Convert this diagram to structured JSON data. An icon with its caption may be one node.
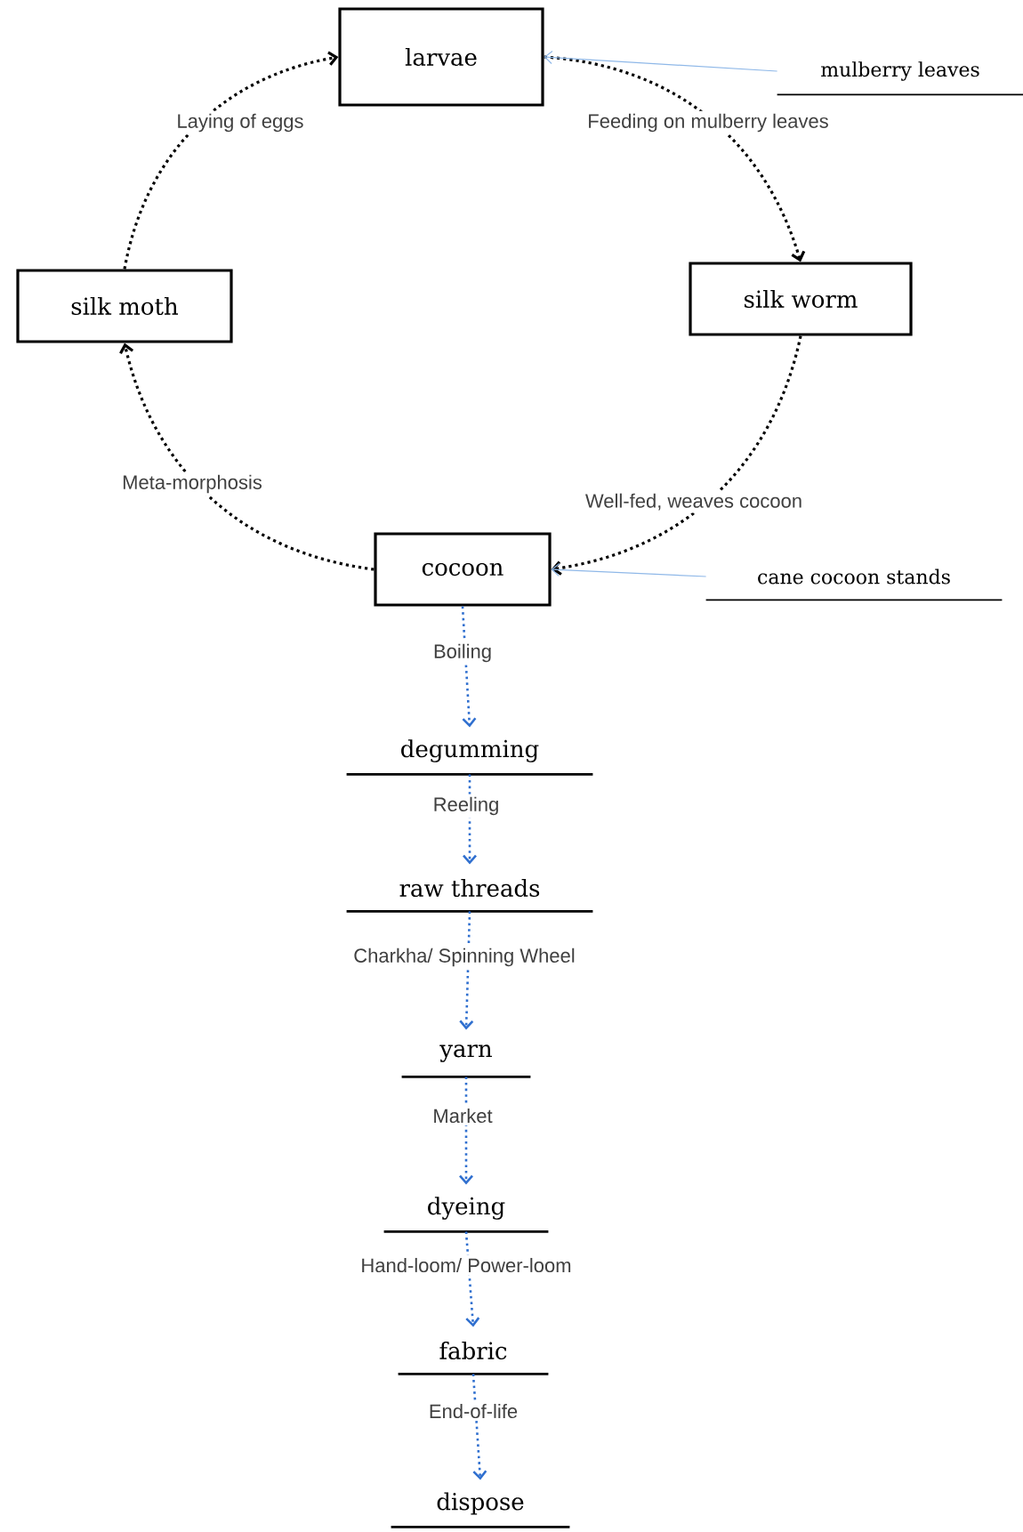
{
  "diagram": {
    "nodes": [
      {
        "text": [
          "larvae"
        ]
      },
      {
        "text": [
          "mulberry leaves"
        ]
      },
      {
        "text": [
          "silk moth"
        ]
      },
      {
        "text": [
          "silk worm"
        ]
      },
      {
        "text": [
          "cocoon"
        ]
      },
      {
        "text": [
          "cane cocoon stands"
        ]
      },
      {
        "text": [
          "degumming"
        ]
      },
      {
        "text": [
          "raw threads"
        ]
      },
      {
        "text": [
          "yarn"
        ]
      },
      {
        "text": [
          "dyeing"
        ]
      },
      {
        "text": [
          "fabric"
        ]
      },
      {
        "text": [
          "dispose"
        ]
      }
    ],
    "edges": [
      {
        "from": 2,
        "to": 0,
        "arrow": "to",
        "label": "Laying of eggs",
        "style": "dashed",
        "color": "#000000"
      },
      {
        "from": 0,
        "to": 3,
        "arrow": "to",
        "label": "Feeding on mulberry leaves",
        "style": "dashed",
        "color": "#000000"
      },
      {
        "from": 1,
        "to": 0,
        "arrow": "to",
        "color": "#8fb8e8"
      },
      {
        "from": 3,
        "to": 4,
        "arrow": "to",
        "label": "Well-fed, weaves cocoon",
        "style": "dashed",
        "color": "#000000"
      },
      {
        "from": 4,
        "to": 2,
        "arrow": "to",
        "label": "Meta-morphosis",
        "style": "dashed",
        "color": "#000000"
      },
      {
        "from": 5,
        "to": 4,
        "arrow": "to",
        "color": "#8fb8e8"
      },
      {
        "from": 4,
        "to": 6,
        "arrow": "to",
        "label": "Boiling",
        "style": "dashed"
      },
      {
        "from": 6,
        "to": 7,
        "arrow": "to",
        "label": "Reeling",
        "style": "dashed"
      },
      {
        "from": 7,
        "to": 8,
        "arrow": "to",
        "label": "Charkha/ Spinning Wheel",
        "style": "dashed"
      },
      {
        "from": 8,
        "to": 9,
        "arrow": "to",
        "label": "Market",
        "style": "dashed"
      },
      {
        "from": 9,
        "to": 10,
        "arrow": "to",
        "label": "Hand-loom/ Power-loom",
        "style": "dashed"
      },
      {
        "from": 10,
        "to": 11,
        "arrow": "to",
        "label": "End-of-life",
        "style": "dashed"
      }
    ]
  }
}
